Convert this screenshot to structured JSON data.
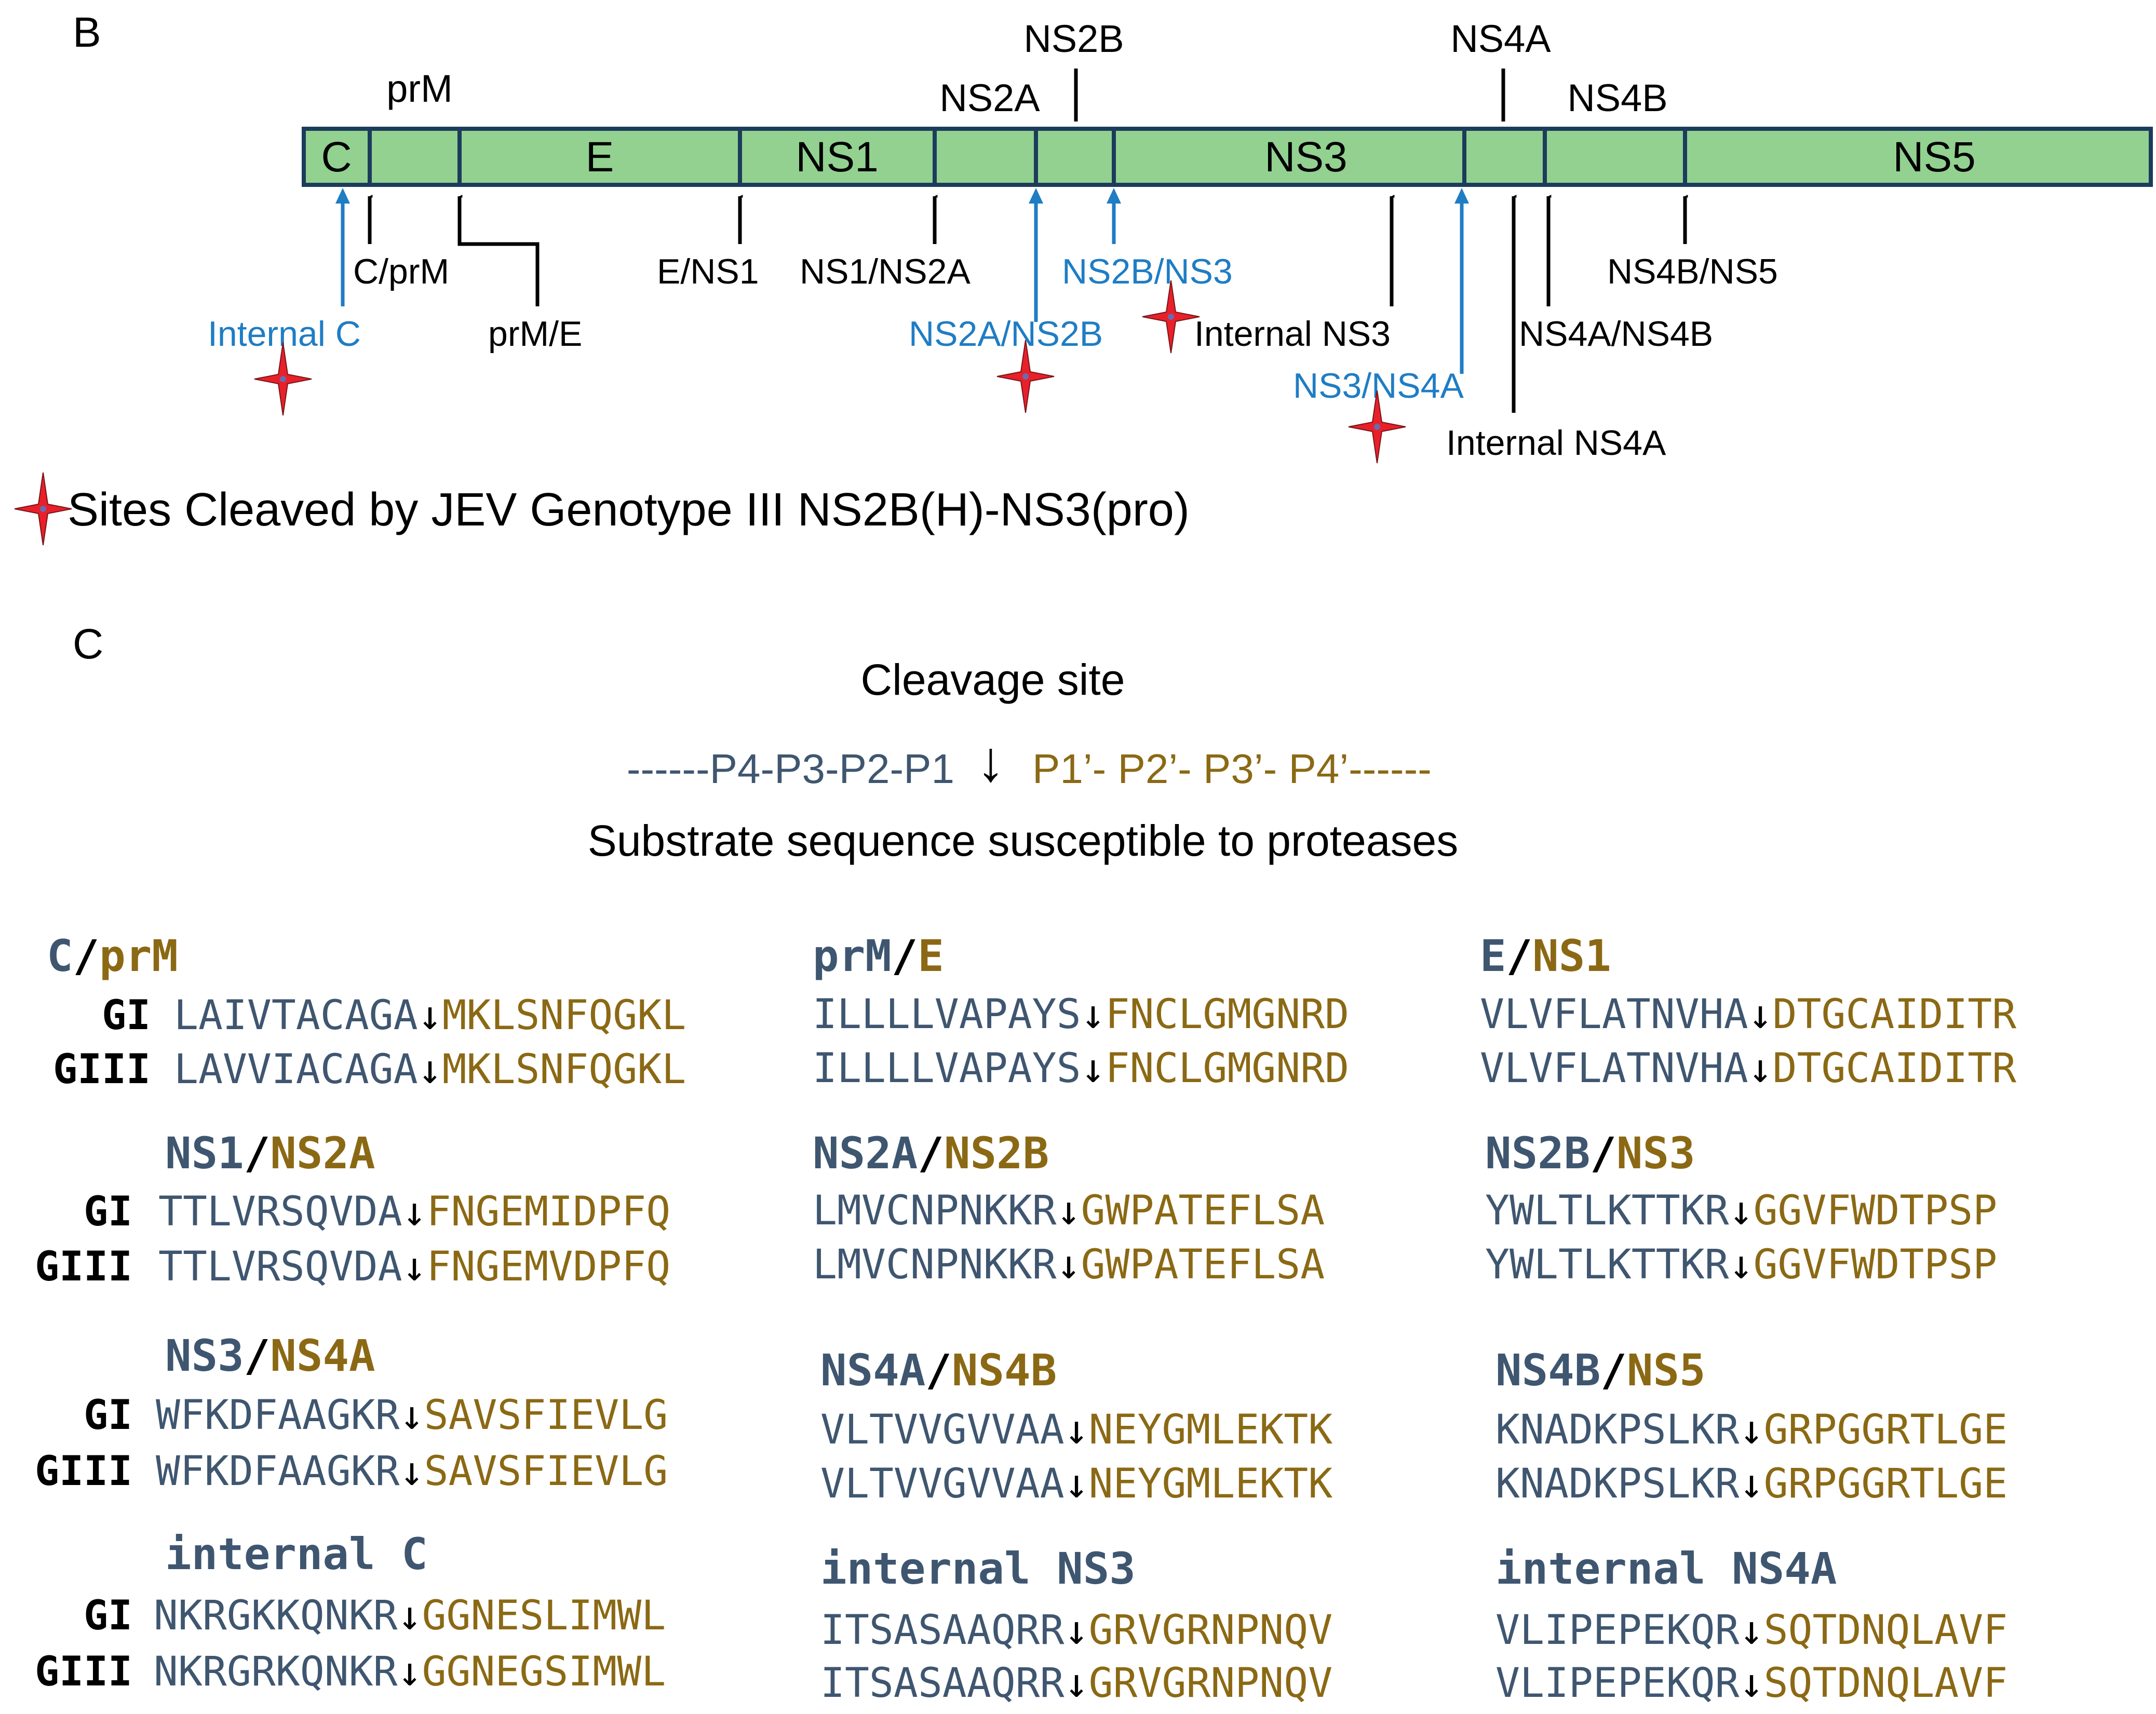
{
  "panel_b": {
    "panel_letter": "B",
    "segments": [
      {
        "label": "C"
      },
      {
        "label": ""
      },
      {
        "label": "E"
      },
      {
        "label": "NS1"
      },
      {
        "label": ""
      },
      {
        "label": ""
      },
      {
        "label": "NS3"
      },
      {
        "label": ""
      },
      {
        "label": "NS4B"
      },
      {
        "label": "NS5"
      }
    ],
    "above_labels": {
      "prM": "prM",
      "NS2A": "NS2A",
      "NS2B": "NS2B",
      "NS4A": "NS4A",
      "NS4B": "NS4B"
    },
    "cleavage_labels": {
      "internal_c": "Internal C",
      "c_prm": "C/prM",
      "prm_e": "prM/E",
      "e_ns1": "E/NS1",
      "ns1_ns2a": "NS1/NS2A",
      "ns2a_ns2b": "NS2A/NS2B",
      "ns2b_ns3": "NS2B/NS3",
      "internal_ns3": "Internal NS3",
      "ns3_ns4a": "NS3/NS4A",
      "internal_ns4a": "Internal NS4A",
      "ns4a_ns4b": "NS4A/NS4B",
      "ns4b_ns5": "NS4B/NS5"
    },
    "legend_text": "Sites Cleaved by JEV Genotype III NS2B(H)-NS3(pro)",
    "colors": {
      "segment_fill": "#92d190",
      "segment_border": "#1c3c5c",
      "blue_arrow": "#1f7dc4",
      "star": "#e8202a"
    }
  },
  "panel_c": {
    "panel_letter": "C",
    "schema_title": "Cleavage site",
    "schema_left": "------P4-P3-P2-P1",
    "schema_arrow": "↓",
    "schema_right": "P1’- P2’- P3’- P4’------",
    "schema_caption": "Substrate sequence susceptible to proteases",
    "arrow": "↓",
    "colors": {
      "n_side": "#3f5670",
      "c_side": "#8b6914"
    },
    "blocks": [
      {
        "h1": "C",
        "sep": "/",
        "h2": "prM",
        "rows": [
          {
            "geno": "GI",
            "left": "LAIVTACAGA",
            "right": "MKLSNFQGKL"
          },
          {
            "geno": "GIII",
            "left": "LAVVIACAGA",
            "right": "MKLSNFQGKL"
          }
        ]
      },
      {
        "h1": "prM",
        "sep": "/",
        "h2": "E",
        "rows": [
          {
            "geno": "",
            "left": "ILLLLVAPAYS",
            "right": "FNCLGMGNRD"
          },
          {
            "geno": "",
            "left": "ILLLLVAPAYS",
            "right": "FNCLGMGNRD"
          }
        ]
      },
      {
        "h1": "E",
        "sep": "/",
        "h2": "NS1",
        "rows": [
          {
            "geno": "",
            "left": "VLVFLATNVHA",
            "right": "DTGCAIDITR"
          },
          {
            "geno": "",
            "left": "VLVFLATNVHA",
            "right": "DTGCAIDITR"
          }
        ]
      },
      {
        "h1": "NS1",
        "sep": "/",
        "h2": "NS2A",
        "rows": [
          {
            "geno": "GI",
            "left": "TTLVRSQVDA",
            "right": "FNGEMIDPFQ"
          },
          {
            "geno": "GIII",
            "left": "TTLVRSQVDA",
            "right": "FNGEMVDPFQ"
          }
        ]
      },
      {
        "h1": "NS2A",
        "sep": "/",
        "h2": "NS2B",
        "rows": [
          {
            "geno": "",
            "left": "LMVCNPNKKR",
            "right": "GWPATEFLSA"
          },
          {
            "geno": "",
            "left": "LMVCNPNKKR",
            "right": "GWPATEFLSA"
          }
        ]
      },
      {
        "h1": "NS2B",
        "sep": "/",
        "h2": "NS3",
        "rows": [
          {
            "geno": "",
            "left": "YWLTLKTTKR",
            "right": "GGVFWDTPSP"
          },
          {
            "geno": "",
            "left": "YWLTLKTTKR",
            "right": "GGVFWDTPSP"
          }
        ]
      },
      {
        "h1": "NS3",
        "sep": "/",
        "h2": "NS4A",
        "rows": [
          {
            "geno": "GI",
            "left": "WFKDFAAGKR",
            "right": "SAVSFIEVLG"
          },
          {
            "geno": "GIII",
            "left": "WFKDFAAGKR",
            "right": "SAVSFIEVLG"
          }
        ]
      },
      {
        "h1": "NS4A",
        "sep": "/",
        "h2": "NS4B",
        "rows": [
          {
            "geno": "",
            "left": "VLTVVGVVAA",
            "right": "NEYGMLEKTK"
          },
          {
            "geno": "",
            "left": "VLTVVGVVAA",
            "right": "NEYGMLEKTK"
          }
        ]
      },
      {
        "h1": "NS4B",
        "sep": "/",
        "h2": "NS5",
        "rows": [
          {
            "geno": "",
            "left": "KNADKPSLKR",
            "right": "GRPGGRTLGE"
          },
          {
            "geno": "",
            "left": "KNADKPSLKR",
            "right": "GRPGGRTLGE"
          }
        ]
      },
      {
        "h1": "internal C",
        "sep": "",
        "h2": "",
        "rows": [
          {
            "geno": "GI",
            "left": "NKRGKKQNKR",
            "right": "GGNESLIMWL"
          },
          {
            "geno": "GIII",
            "left": "NKRGRKQNKR",
            "right": "GGNEGSIMWL"
          }
        ]
      },
      {
        "h1": "internal NS3",
        "sep": "",
        "h2": "",
        "rows": [
          {
            "geno": "",
            "left": "ITSASAAQRR",
            "right": "GRVGRNPNQV"
          },
          {
            "geno": "",
            "left": "ITSASAAQRR",
            "right": "GRVGRNPNQV"
          }
        ]
      },
      {
        "h1": "internal NS4A",
        "sep": "",
        "h2": "",
        "rows": [
          {
            "geno": "",
            "left": "VLIPEPEKQR",
            "right": "SQTDNQLAVF"
          },
          {
            "geno": "",
            "left": "VLIPEPEKQR",
            "right": "SQTDNQLAVF"
          }
        ]
      }
    ]
  }
}
